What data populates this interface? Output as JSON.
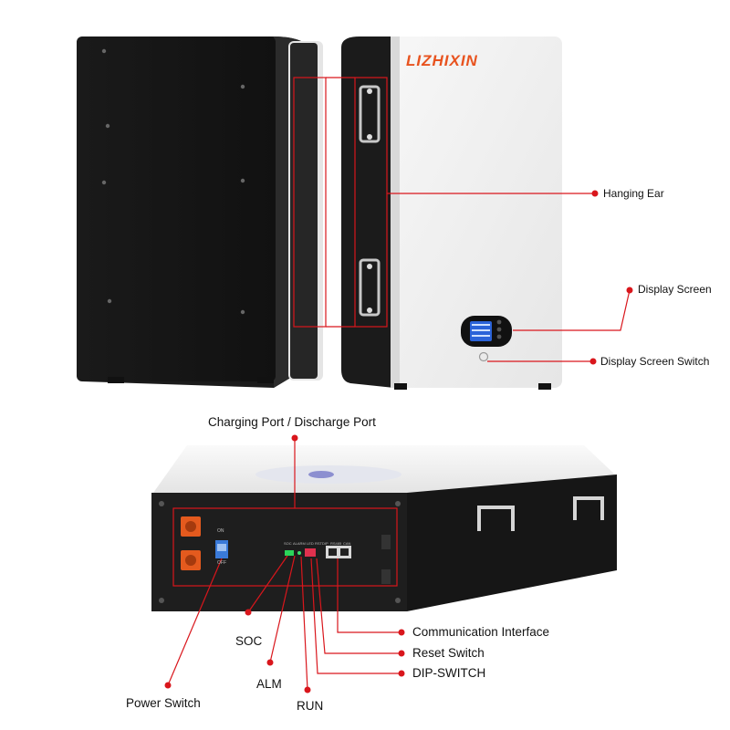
{
  "brand": {
    "text": "LIZHIXIN",
    "color": "#e8531f"
  },
  "accent_color": "#d9161c",
  "top_callouts": {
    "hanging_ear": "Hanging Ear",
    "display_screen": "Display Screen",
    "display_screen_switch": "Display Screen Switch"
  },
  "bottom_callouts": {
    "charging_port": "Charging Port / Discharge Port",
    "communication_interface": "Communication Interface",
    "reset_switch": "Reset Switch",
    "dip_switch": "DIP-SWITCH",
    "soc": "SOC",
    "alm": "ALM",
    "run": "RUN",
    "power_switch": "Power Switch"
  },
  "panel_markings": {
    "on": "ON",
    "off": "OFF",
    "soc": "SOC",
    "alarm": "ALARM",
    "led": "LED",
    "rst": "RST",
    "dip": "DIP",
    "rs485": "RS485",
    "can": "CAN"
  }
}
